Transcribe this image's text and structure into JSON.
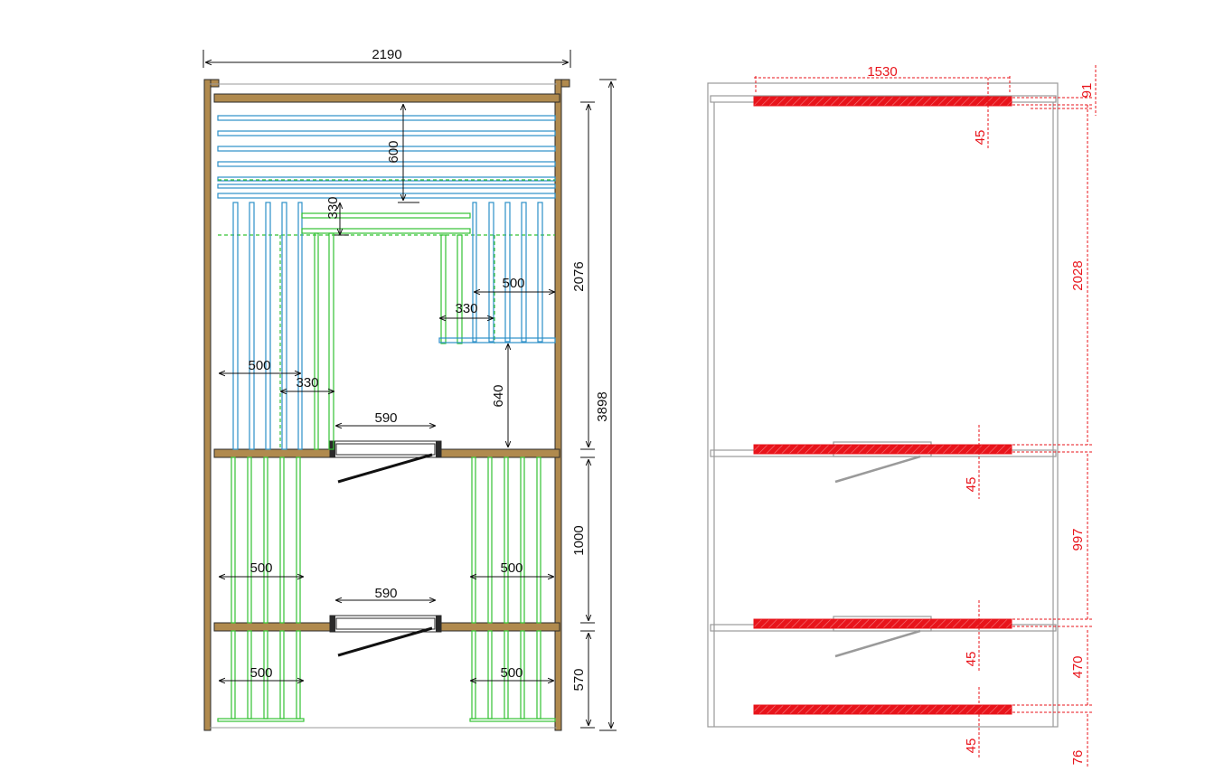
{
  "left_plan": {
    "overall_width": "2190",
    "overall_height": "3898",
    "upper_room_height": "2076",
    "middle_room_height": "1000",
    "lower_room_height": "570",
    "bench_upper_depth": "600",
    "bench_step_depth": "330",
    "right_bench_width": "500",
    "right_bench_step": "330",
    "right_bench_gap": "640",
    "left_bench_width": "500",
    "left_bench_step": "330",
    "door_upper_width": "590",
    "door_lower_width": "590",
    "mid_left_bench": "500",
    "mid_right_bench": "500",
    "low_left_bench": "500",
    "low_right_bench": "500"
  },
  "right_plan": {
    "beam_length": "1530",
    "top_offset": "91",
    "beam_1_thickness": "45",
    "span_1": "2028",
    "beam_2_thickness": "45",
    "span_2": "997",
    "beam_3_thickness": "45",
    "span_3": "470",
    "beam_4_thickness": "45",
    "bottom_offset": "76"
  },
  "colors": {
    "wood": "#b08a4e",
    "wood_dark": "#2a2a2a",
    "bench_blue": "#2b8fc8",
    "bench_green": "#33c233",
    "dim_line": "#111111",
    "red": "#e8141b",
    "grey": "#9a9a9a"
  }
}
